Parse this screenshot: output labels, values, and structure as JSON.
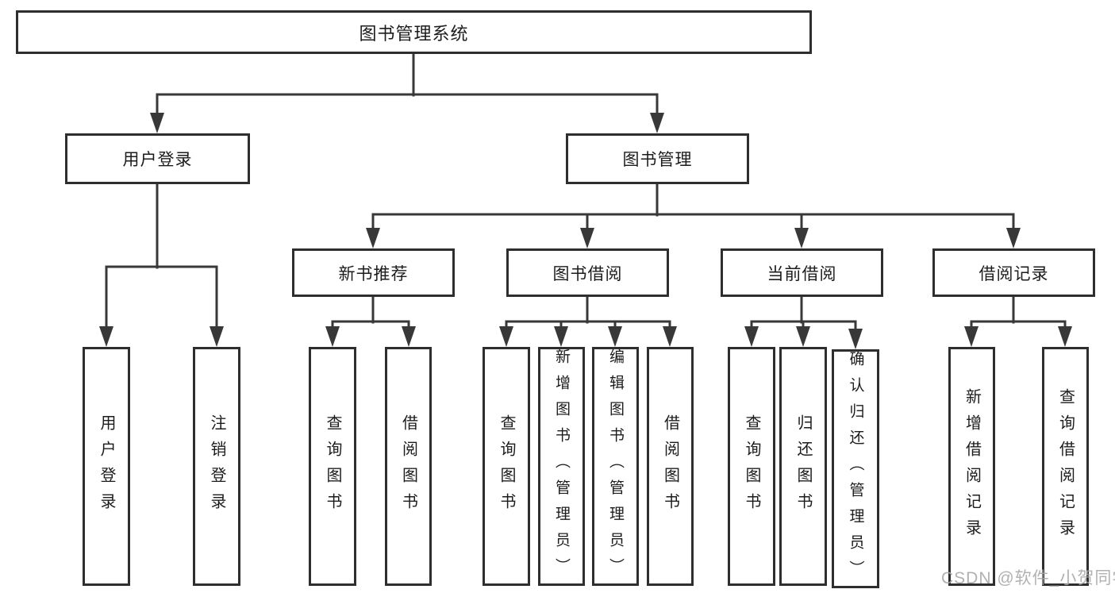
{
  "root": {
    "label": "图书管理系统"
  },
  "level2": {
    "user_login": {
      "label": "用户登录"
    },
    "book_mgmt": {
      "label": "图书管理"
    }
  },
  "level3": {
    "new_book_rec": {
      "label": "新书推荐"
    },
    "book_borrow": {
      "label": "图书借阅"
    },
    "current_borrow": {
      "label": "当前借阅"
    },
    "borrow_record": {
      "label": "借阅记录"
    }
  },
  "leaves": {
    "user_login_leaf": {
      "label": "用户登录"
    },
    "logout": {
      "label": "注销登录"
    },
    "rec_query_books": {
      "label": "查询图书"
    },
    "rec_borrow_books": {
      "label": "借阅图书"
    },
    "bb_query_books": {
      "label": "查询图书"
    },
    "bb_add_books": {
      "label": "新增图书（管理员）"
    },
    "bb_edit_books": {
      "label": "编辑图书（管理员）"
    },
    "bb_borrow_books": {
      "label": "借阅图书"
    },
    "cb_query_books": {
      "label": "查询图书"
    },
    "cb_return_books": {
      "label": "归还图书"
    },
    "cb_confirm_return": {
      "label": "确认归还（管理员）"
    },
    "br_add_record": {
      "label": "新增借阅记录"
    },
    "br_query_record": {
      "label": "查询借阅记录"
    }
  },
  "watermark": "CSDN @软件_小贺同学",
  "colors": {
    "line": "#383838",
    "border": "#2e2e2e",
    "text": "#1c1c1c",
    "watermark": "#a8a8a8"
  }
}
